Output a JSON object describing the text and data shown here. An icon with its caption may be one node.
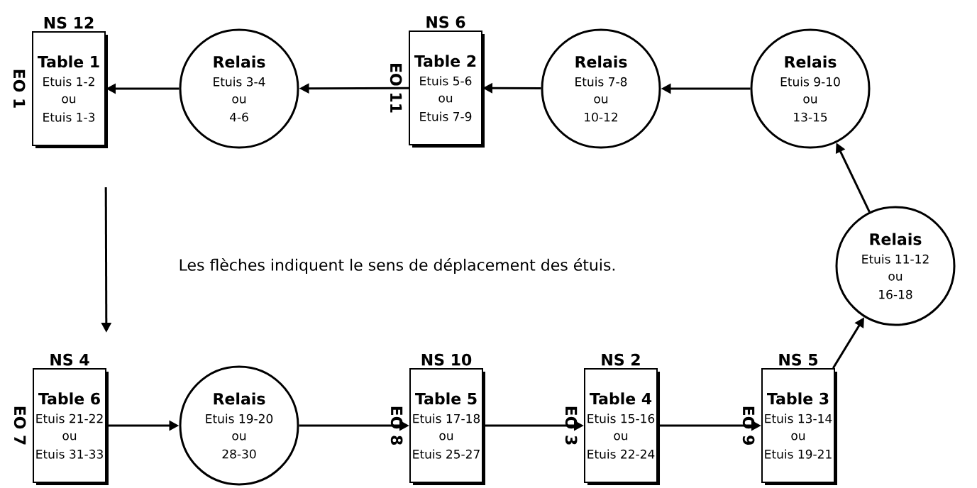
{
  "diagram": {
    "nodes": [
      {
        "text": [
          "Table 1",
          "Etuis 1-2",
          "ou",
          "Etuis 1-3"
        ],
        "beside": [
          "NS 12",
          "EO 1"
        ]
      },
      {
        "text": [
          "Relais",
          "Etuis 3-4",
          "ou",
          "4-6"
        ]
      },
      {
        "text": [
          "Table 2",
          "Etuis 5-6",
          "ou",
          "Etuis 7-9"
        ],
        "beside": [
          "NS 6",
          "EO 11"
        ]
      },
      {
        "text": [
          "Relais",
          "Etuis 7-8",
          "ou",
          "10-12"
        ]
      },
      {
        "text": [
          "Relais",
          "Etuis 9-10",
          "ou",
          "13-15"
        ]
      },
      {
        "text": [
          "Relais",
          "Etuis 11-12",
          "ou",
          "16-18"
        ]
      },
      {
        "text": [
          "Table 6",
          "Etuis 21-22",
          "ou",
          "Etuis 31-33"
        ],
        "beside": [
          "NS 4",
          "EO 7"
        ]
      },
      {
        "text": [
          "Relais",
          "Etuis 19-20",
          "ou",
          "28-30"
        ]
      },
      {
        "text": [
          "Table 5",
          "Etuis 17-18",
          "ou",
          "Etuis 25-27"
        ],
        "beside": [
          "NS 10",
          "EO 8"
        ]
      },
      {
        "text": [
          "Table 4",
          "Etuis 15-16",
          "ou",
          "Etuis 22-24"
        ],
        "beside": [
          "NS 2",
          "EO 3"
        ]
      },
      {
        "text": [
          "Table 3",
          "Etuis 13-14",
          "ou",
          "Etuis 19-21"
        ],
        "beside": [
          "NS 5",
          "EO 9"
        ]
      }
    ],
    "edges": [
      {
        "from": 1,
        "to": 0,
        "arrow": "to"
      },
      {
        "from": 2,
        "to": 1,
        "arrow": "to"
      },
      {
        "from": 3,
        "to": 2,
        "arrow": "to"
      },
      {
        "from": 4,
        "to": 3,
        "arrow": "to"
      },
      {
        "from": 5,
        "to": 4,
        "arrow": "to"
      },
      {
        "from": 10,
        "to": 5,
        "arrow": "to"
      },
      {
        "from": 0,
        "to": 6,
        "arrow": "to"
      },
      {
        "from": 6,
        "to": 7,
        "arrow": "to"
      },
      {
        "from": 7,
        "to": 8,
        "arrow": "to"
      },
      {
        "from": 8,
        "to": 9,
        "arrow": "to"
      },
      {
        "from": 9,
        "to": 10,
        "arrow": "to"
      }
    ],
    "labels": [
      "Les flèches indiquent le sens de déplacement des étuis."
    ]
  }
}
